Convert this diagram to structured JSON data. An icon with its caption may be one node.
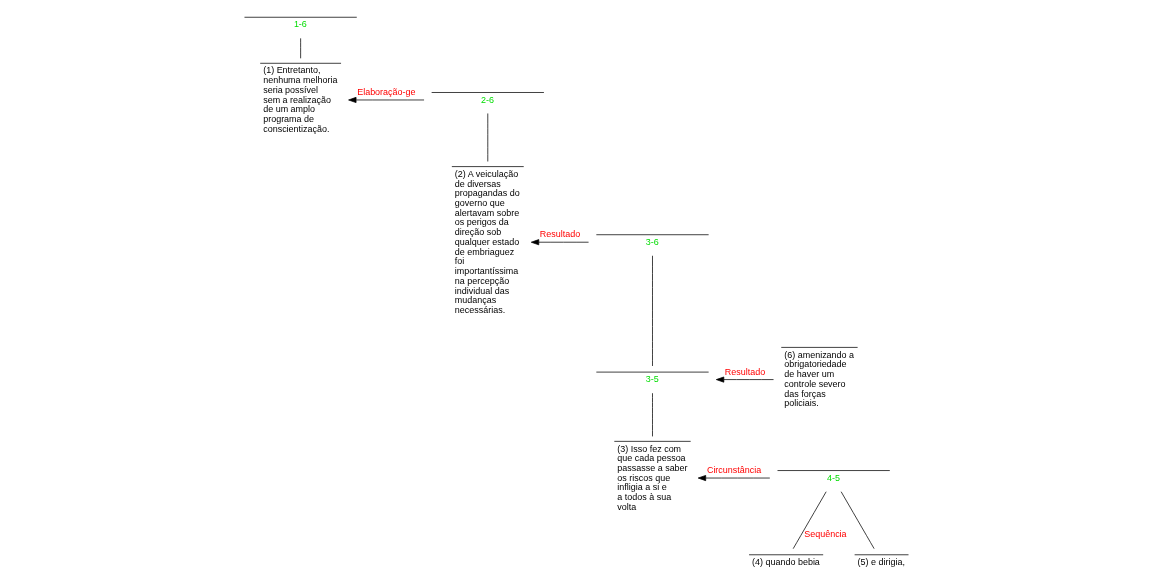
{
  "diagram": {
    "nodes": [
      {
        "text": [
          "1-6"
        ]
      },
      {
        "text": [
          "(1) Entretanto, nenhuma melhoria seria possível sem a realização de um amplo programa de conscientização."
        ]
      },
      {
        "text": [
          "2-6"
        ]
      },
      {
        "text": [
          "(2) A veiculação de diversas propagandas do governo que alertavam sobre os perigos da direção sob qualquer estado de embriaguez foi importantíssima na percepção individual das mudanças necessárias."
        ]
      },
      {
        "text": [
          "3-6"
        ]
      },
      {
        "text": [
          "3-5"
        ]
      },
      {
        "text": [
          "(6) amenizando a obrigatoriedade de haver um controle severo das forças policiais."
        ]
      },
      {
        "text": [
          "(3) Isso fez com que cada pessoa passasse a saber os riscos que infligia a si e a todos à sua volta"
        ]
      },
      {
        "text": [
          "4-5"
        ]
      },
      {
        "text": [
          "(4) quando bebia"
        ]
      },
      {
        "text": [
          "(5) e dirigia,"
        ]
      }
    ],
    "edges": [
      {
        "from": 0,
        "to": 1,
        "arrow": "none"
      },
      {
        "from": 2,
        "to": 1,
        "arrow": "to",
        "label": "Elaboração-ge"
      },
      {
        "from": 2,
        "to": 3,
        "arrow": "none"
      },
      {
        "from": 4,
        "to": 3,
        "arrow": "to",
        "label": "Resultado"
      },
      {
        "from": 4,
        "to": 5,
        "arrow": "none"
      },
      {
        "from": 6,
        "to": 5,
        "arrow": "to",
        "label": "Resultado"
      },
      {
        "from": 5,
        "to": 7,
        "arrow": "none"
      },
      {
        "from": 8,
        "to": 7,
        "arrow": "to",
        "label": "Circunstância"
      },
      {
        "from": 8,
        "to": 9,
        "arrow": "none",
        "label": "Sequência"
      },
      {
        "from": 8,
        "to": 10,
        "arrow": "none"
      }
    ]
  }
}
